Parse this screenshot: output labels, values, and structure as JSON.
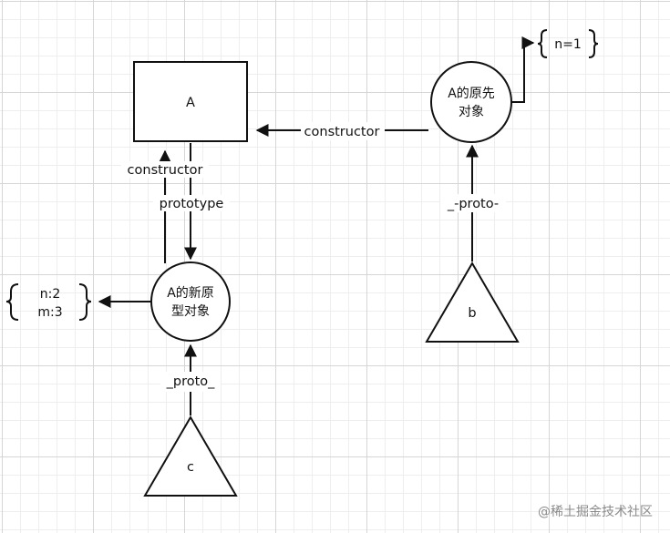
{
  "nodes": {
    "box_a": "A",
    "circle_new_proto": [
      "A的新原",
      "型对象"
    ],
    "circle_orig_proto": [
      "A的原先",
      "对象"
    ],
    "triangle_b": "b",
    "triangle_c": "c"
  },
  "edges": {
    "constructor_top": "constructor",
    "constructor_left": "constructor",
    "prototype": "prototype",
    "proto_b": "_-proto-",
    "proto_c": "_proto_"
  },
  "objects": {
    "orig_props": "n=1",
    "new_props": [
      "n:2",
      "m:3"
    ]
  },
  "watermark": "@稀土掘金技术社区"
}
